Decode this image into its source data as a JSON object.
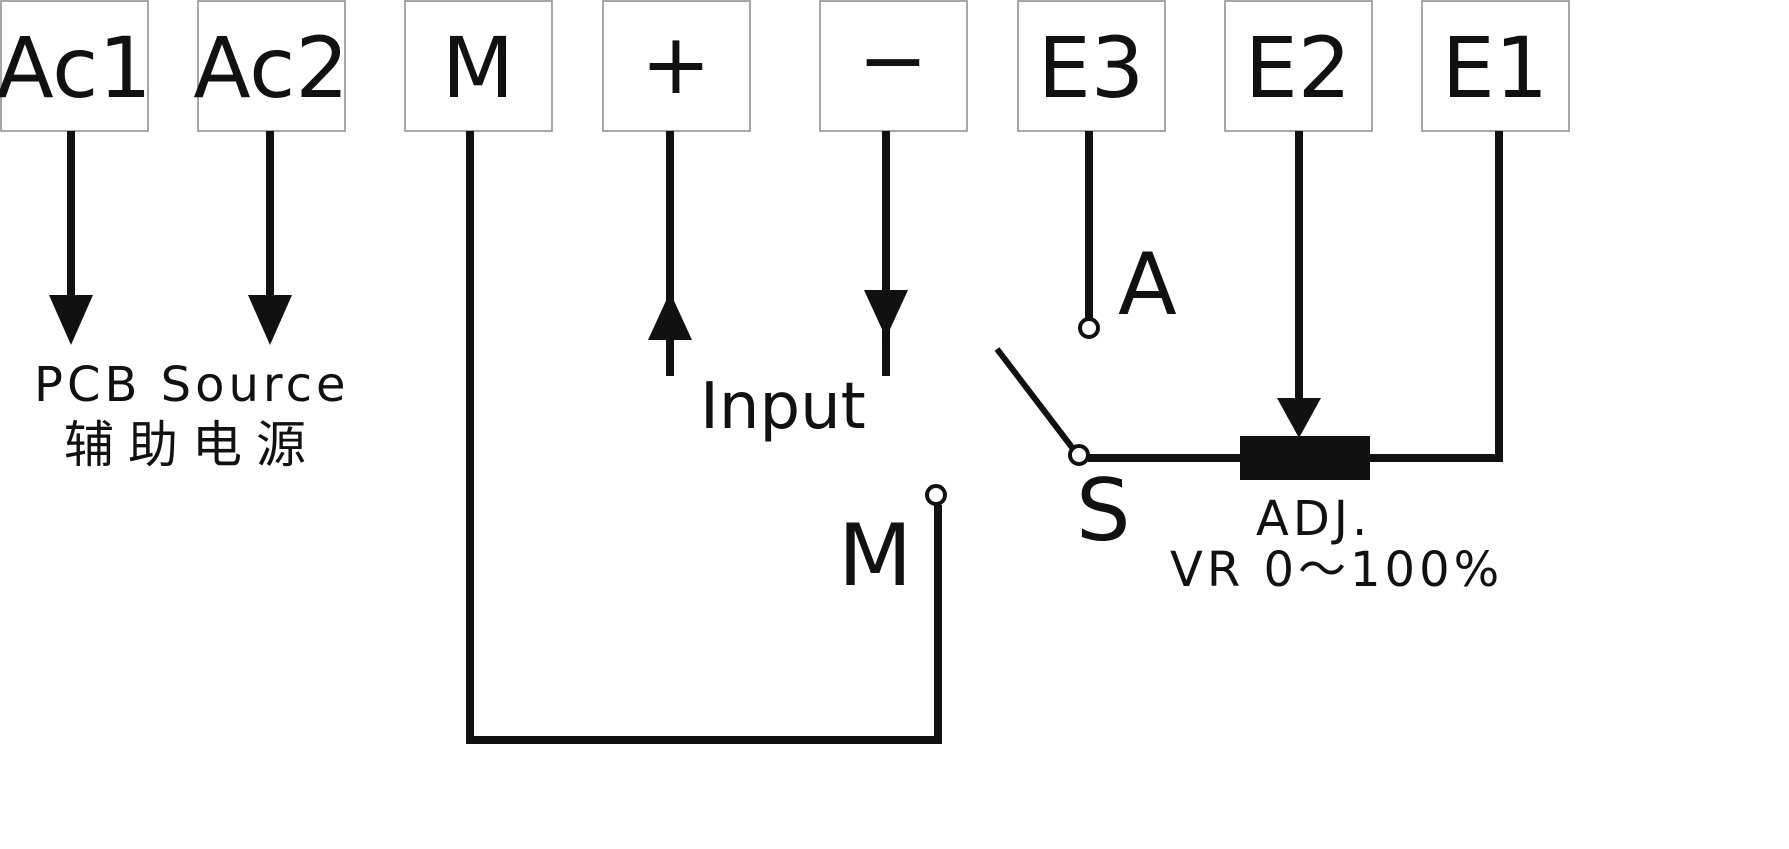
{
  "terminals": [
    {
      "id": "ac1",
      "label": "Ac1"
    },
    {
      "id": "ac2",
      "label": "Ac2"
    },
    {
      "id": "m",
      "label": "M"
    },
    {
      "id": "plus",
      "label": "+"
    },
    {
      "id": "minus",
      "label": "−"
    },
    {
      "id": "e3",
      "label": "E3"
    },
    {
      "id": "e2",
      "label": "E2"
    },
    {
      "id": "e1",
      "label": "E1"
    }
  ],
  "labels": {
    "pcb_source": "PCB Source",
    "pcb_source_cn": "辅助电源",
    "input": "Input",
    "switch_a": "A",
    "switch_s": "S",
    "common_m": "M",
    "adj": "ADJ.",
    "vr_range": "VR 0～100%"
  }
}
